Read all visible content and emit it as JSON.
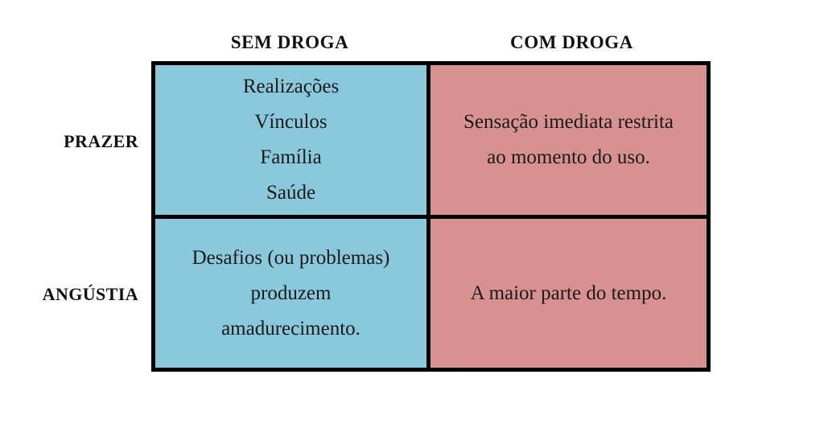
{
  "diagram": {
    "background_color": "#ffffff",
    "border_color": "#000000",
    "colors": {
      "no_drug_fill": "#8ac9dc",
      "with_drug_fill": "#d89191"
    },
    "columns": [
      {
        "key": "sem_droga",
        "label": "SEM DROGA"
      },
      {
        "key": "com_droga",
        "label": "COM DROGA"
      }
    ],
    "rows": [
      {
        "key": "prazer",
        "label": "PRAZER"
      },
      {
        "key": "angustia",
        "label": "ANGÚSTIA"
      }
    ],
    "cells": {
      "prazer_sem_droga": {
        "lines": [
          "Realizações",
          "Vínculos",
          "Família",
          "Saúde"
        ]
      },
      "prazer_com_droga": {
        "lines": [
          "Sensação imediata restrita",
          "ao momento do uso."
        ]
      },
      "angustia_sem_droga": {
        "lines": [
          "Desafios (ou problemas)",
          "produzem",
          "amadurecimento."
        ]
      },
      "angustia_com_droga": {
        "lines": [
          "A maior parte do tempo."
        ]
      }
    }
  }
}
